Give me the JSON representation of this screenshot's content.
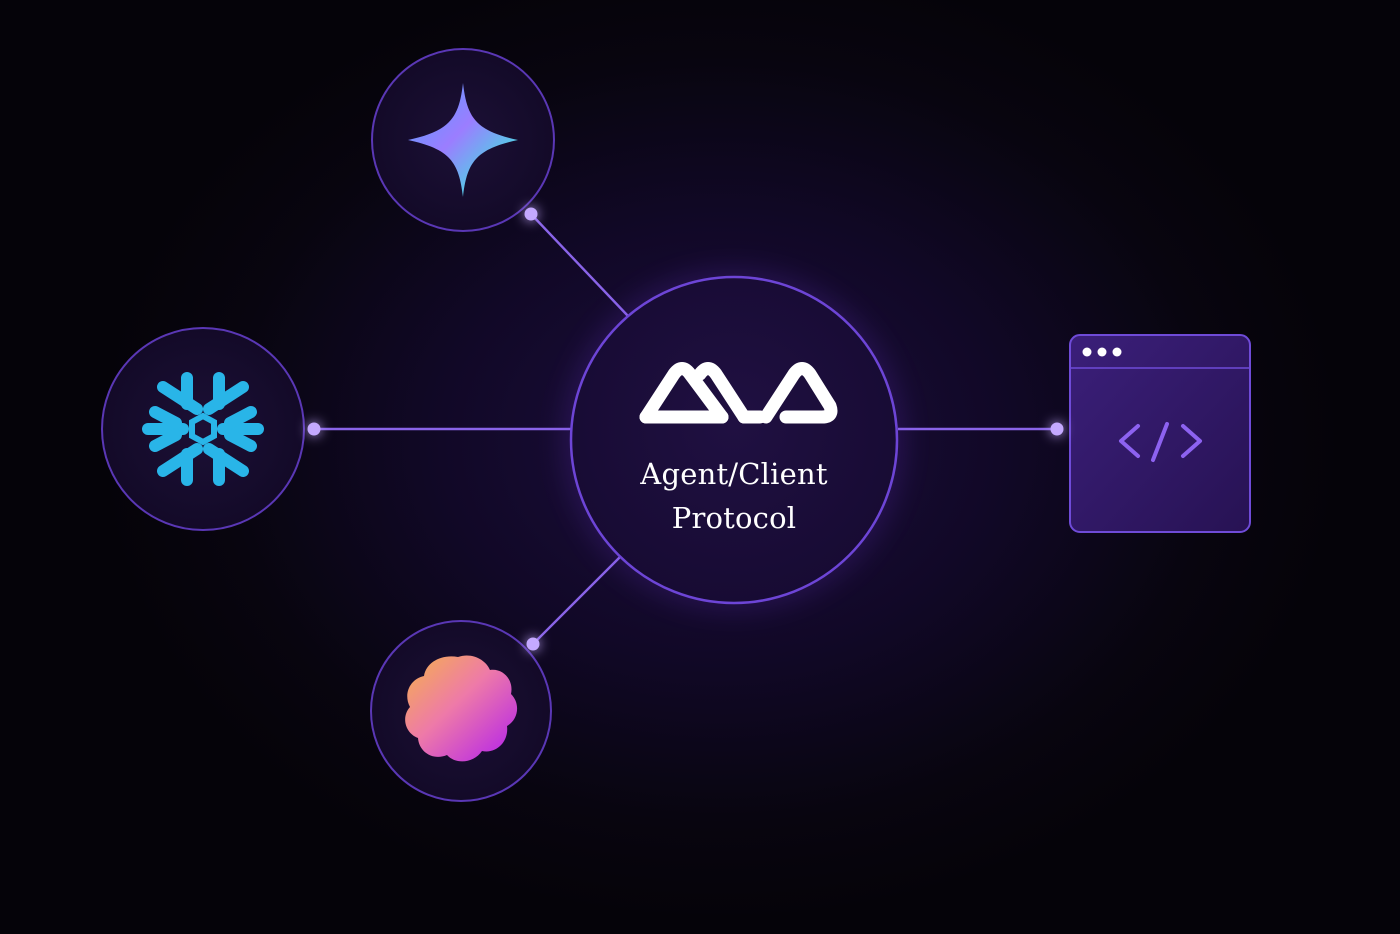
{
  "center": {
    "title_line1": "Agent/Client",
    "title_line2": "Protocol",
    "logo": "acp-logo"
  },
  "nodes": [
    {
      "name": "gemini-agent",
      "icon": "gemini-sparkle-icon"
    },
    {
      "name": "snowflake-agent",
      "icon": "snowflake-icon"
    },
    {
      "name": "claude-agent",
      "icon": "flower-blob-icon"
    },
    {
      "name": "code-editor-client",
      "icon": "code-window-icon"
    }
  ],
  "colors": {
    "background": "#08050f",
    "accent": "#8b5cf6",
    "connector": "#9a73f0",
    "text": "#ffffff"
  }
}
